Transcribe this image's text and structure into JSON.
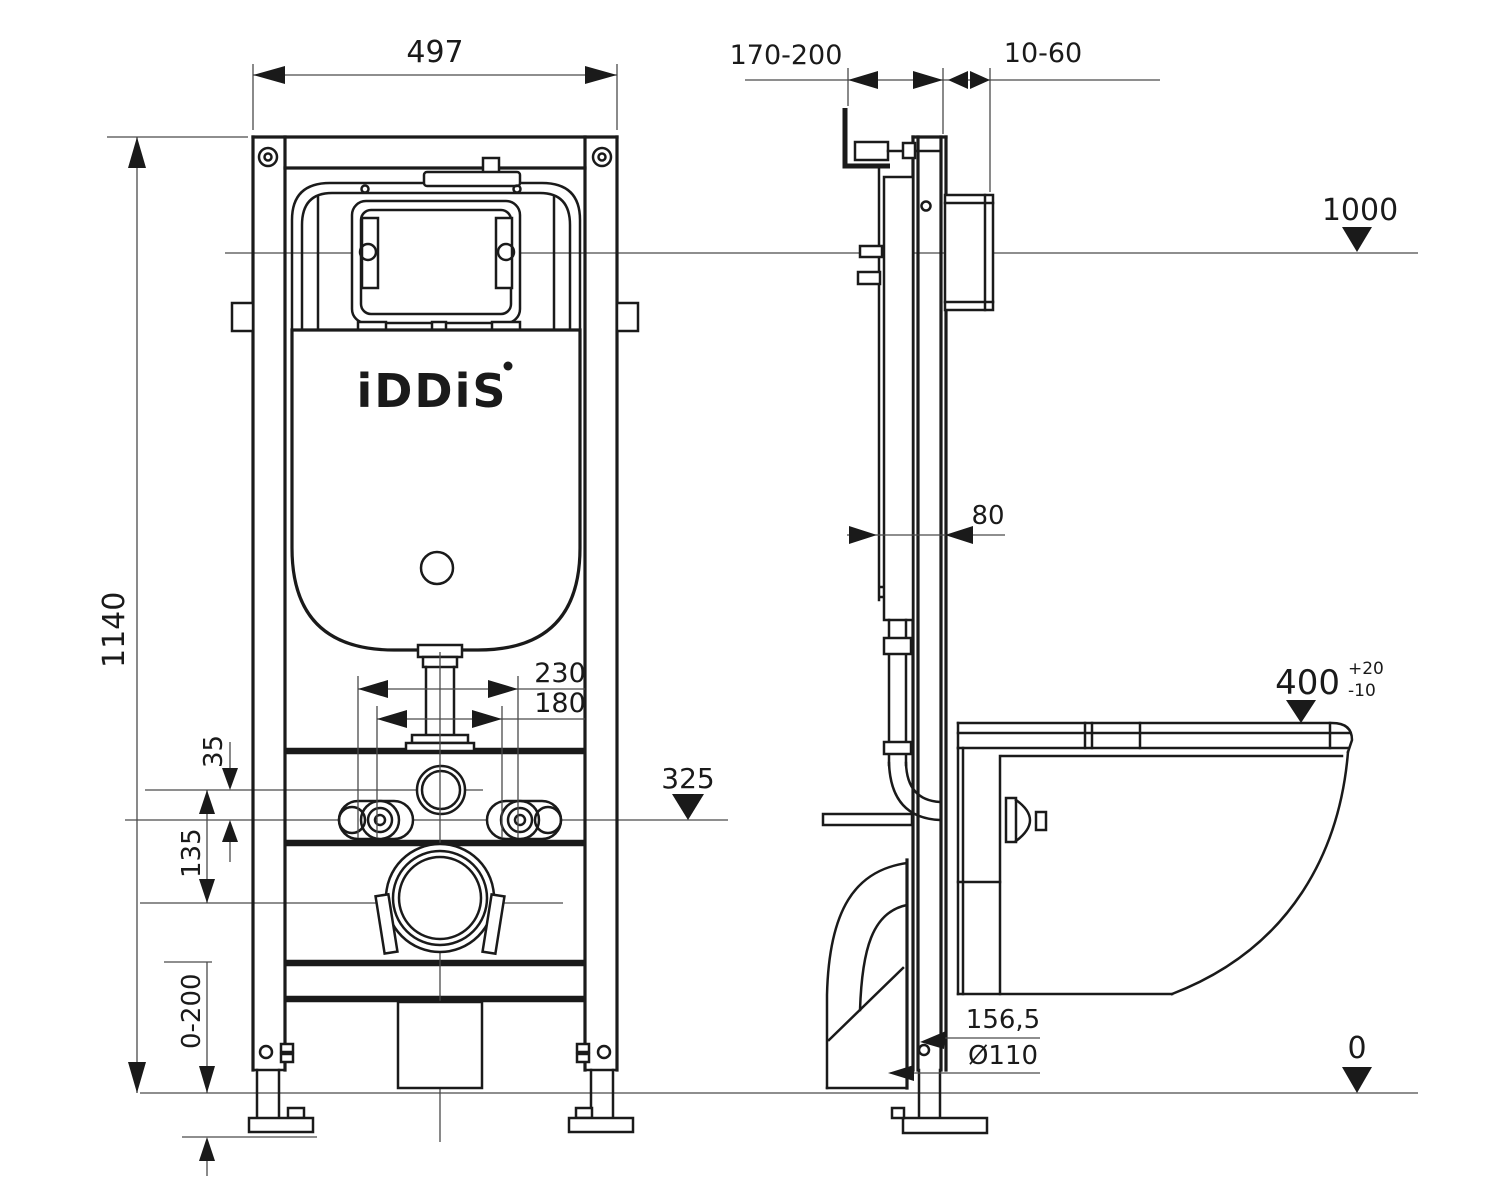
{
  "drawing": {
    "brand": {
      "logo": "iDDiS"
    },
    "front_view": {
      "width_top": "497",
      "height_overall": "1140",
      "spacing_outer": "230",
      "spacing_inner": "180",
      "offset_small": "35",
      "offset_large": "135",
      "level_fixing": "325",
      "leg_adjust_range": "0-200"
    },
    "side_view": {
      "depth_adjust_range": "170-200",
      "wall_finish_range": "10-60",
      "level_top": "1000",
      "profile_depth": "80",
      "bowl_height": "400",
      "bowl_height_tol_plus": "+20",
      "bowl_height_tol_minus": "-10",
      "outlet_offset": "156,5",
      "outlet_diameter": "Ø110",
      "level_floor": "0"
    },
    "colors": {
      "line": "#1a1a1a",
      "background": "#ffffff"
    }
  }
}
